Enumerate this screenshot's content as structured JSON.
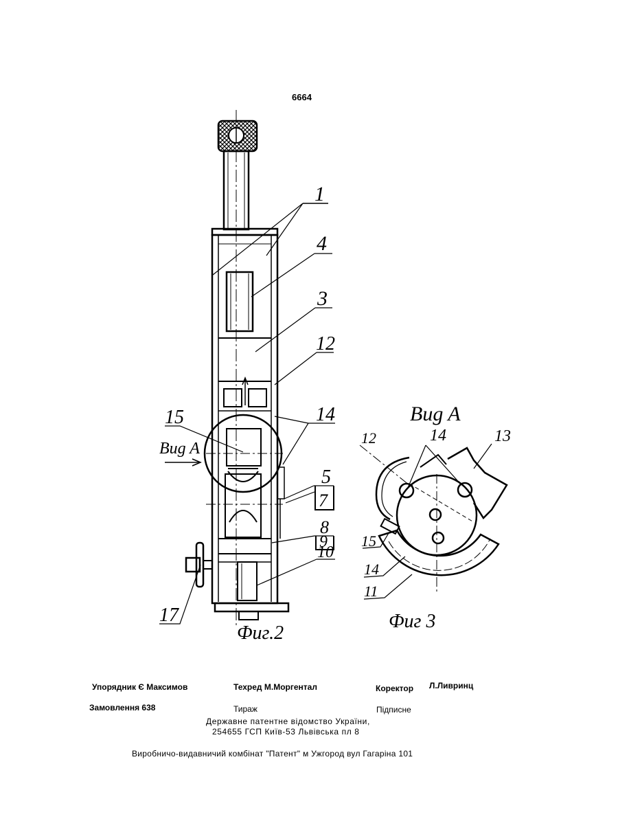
{
  "page_number": "6664",
  "fig2": {
    "labels": [
      "1",
      "4",
      "3",
      "12",
      "15",
      "14",
      "5",
      "7",
      "8",
      "9",
      "10",
      "17"
    ],
    "view_label": "Виg A",
    "caption": "Фиг.2"
  },
  "fig3": {
    "title": "Виg A",
    "labels": [
      "12",
      "14",
      "13",
      "15",
      "14",
      "11"
    ],
    "caption": "Фиг 3"
  },
  "colophon": {
    "compiler": "Упорядник Є Максимов",
    "tech_editor": "Техред М.Моргентал",
    "corrector_label": "Коректор",
    "corrector_name": "Л.Ливринц",
    "order": "Замовлення 638",
    "circulation": "Тираж",
    "subscription": "Підписне",
    "office": "Державне патентне відомство України,",
    "address": "254655 ГСП Київ-53 Львівська пл 8",
    "printer": "Виробничо-видавничий комбінат \"Патент\" м Ужгород вул Гагаріна 101"
  }
}
